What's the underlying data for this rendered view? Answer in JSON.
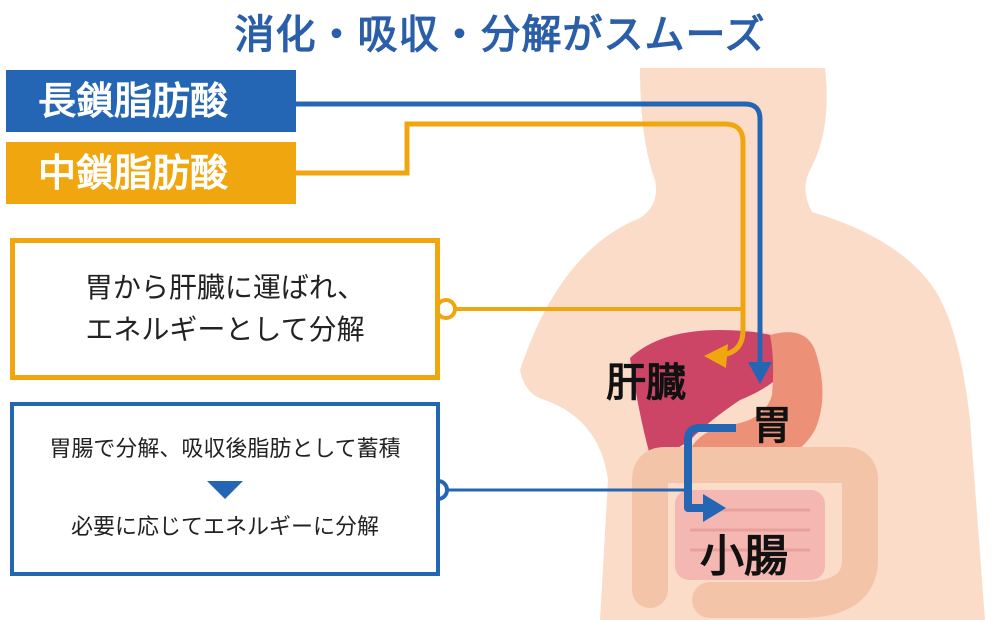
{
  "title": "消化・吸収・分解がスムーズ",
  "long_chain": {
    "label": "長鎖脂肪酸",
    "color": "#2566b4"
  },
  "medium_chain": {
    "label": "中鎖脂肪酸",
    "color": "#f0a60e"
  },
  "medium_note": {
    "line1": "胃から肝臓に運ばれ、",
    "line2": "エネルギーとして分解"
  },
  "long_note": {
    "line1": "胃腸で分解、吸収後脂肪として蓄積",
    "line2": "必要に応じてエネルギーに分解"
  },
  "organs": {
    "liver": "肝臓",
    "stomach": "胃",
    "small_intestine": "小腸"
  },
  "colors": {
    "body": "#fbdcc8",
    "liver": "#cc4466",
    "stomach": "#ec9178",
    "intestine": "#f4b7b2",
    "colon": "#f3c4a7"
  }
}
